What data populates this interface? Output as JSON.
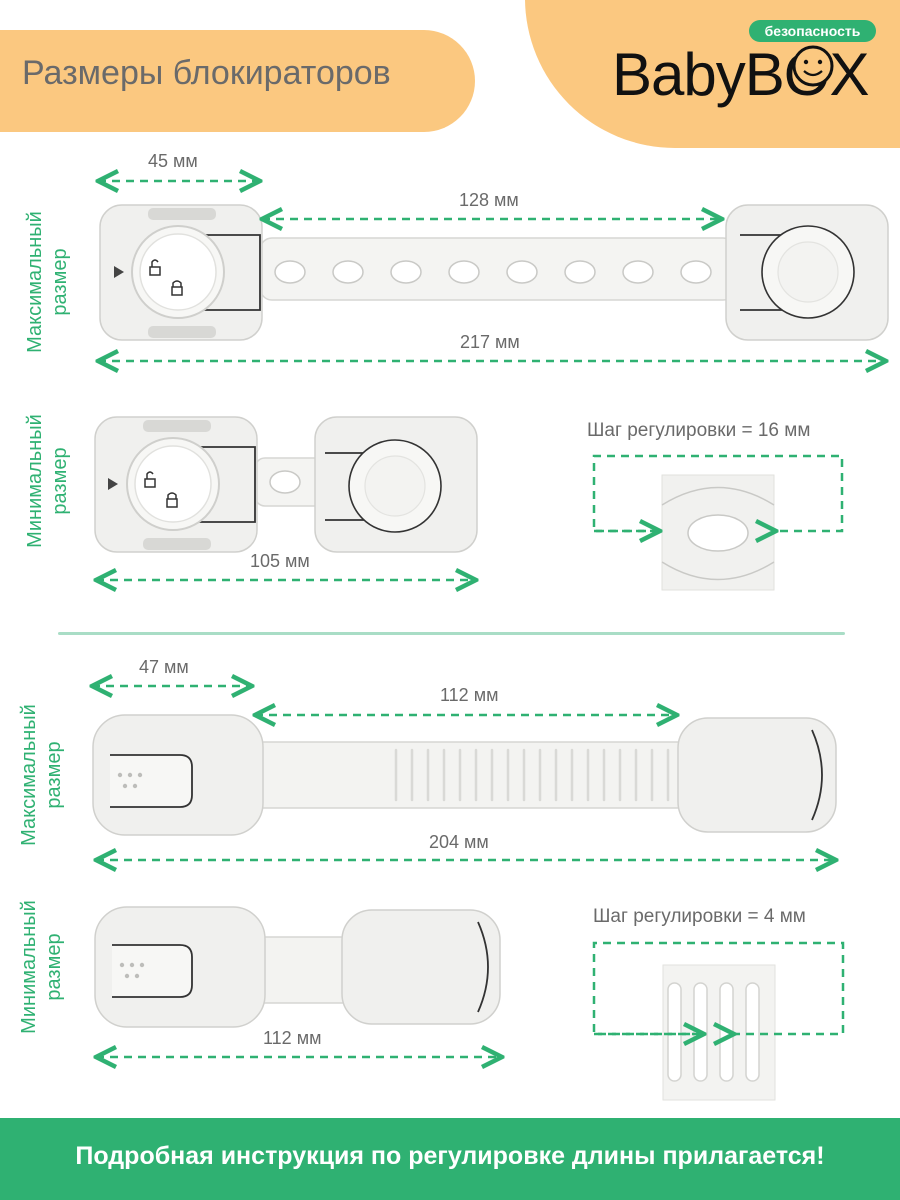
{
  "header": {
    "title": "Размеры блокираторов"
  },
  "brand": {
    "badge": "безопасность",
    "name": "BabyBOX"
  },
  "labels": {
    "max_line1": "Максимальный",
    "min_line1": "Минимальный",
    "line2": "размер"
  },
  "lock1": {
    "module_width": "45 мм",
    "strap_travel": "128 мм",
    "max_length": "217 мм",
    "min_length": "105 мм",
    "step": "Шаг регулировки = 16 мм"
  },
  "lock2": {
    "module_width": "47 мм",
    "strap_travel": "112 мм",
    "max_length": "204 мм",
    "min_length": "112 мм",
    "step": "Шаг регулировки = 4 мм"
  },
  "footer": {
    "text": "Подробная инструкция по регулировке длины прилагается!"
  },
  "colors": {
    "accent_green": "#2fb172",
    "header_orange": "#fbc880",
    "text_gray": "#6a6a6a",
    "product_white": "#efefed"
  },
  "icons": [
    "unlocked-padlock-icon",
    "locked-padlock-icon",
    "arrow-pointer-icon",
    "smiling-baby-face-icon"
  ]
}
